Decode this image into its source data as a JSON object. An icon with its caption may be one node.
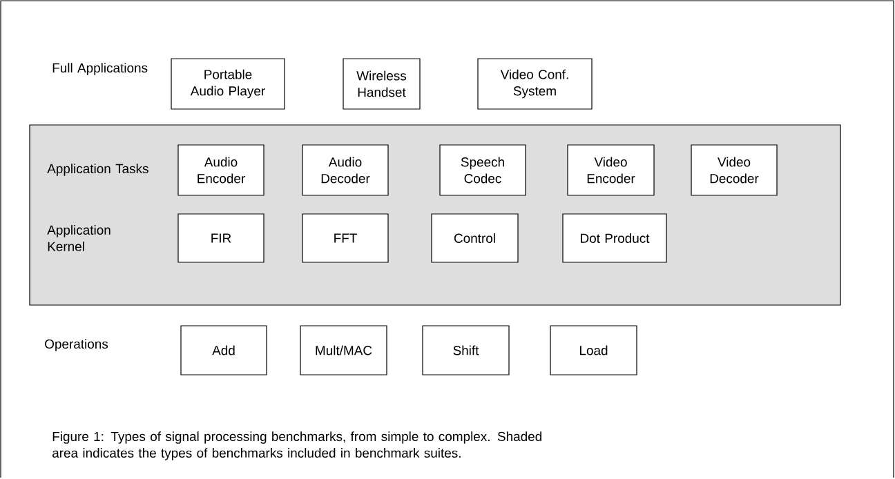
{
  "diagram": {
    "nodes": [
      {
        "text": [
          "Portable Audio Player"
        ]
      },
      {
        "text": [
          "Wireless Handset"
        ]
      },
      {
        "text": [
          "Video Conf. System"
        ]
      },
      {
        "text": [
          "Application Tasks",
          "Application Kernel"
        ]
      },
      {
        "text": [
          "Audio Encoder"
        ],
        "in": 3
      },
      {
        "text": [
          "Audio Decoder"
        ],
        "in": 3
      },
      {
        "text": [
          "Speech Codec"
        ],
        "in": 3
      },
      {
        "text": [
          "Video Encoder"
        ],
        "in": 3
      },
      {
        "text": [
          "Video Decoder"
        ],
        "in": 3
      },
      {
        "text": [
          "FIR"
        ],
        "in": 3
      },
      {
        "text": [
          "FFT"
        ],
        "in": 3
      },
      {
        "text": [
          "Control"
        ],
        "in": 3
      },
      {
        "text": [
          "Dot Product"
        ],
        "in": 3
      },
      {
        "text": [
          "Add"
        ]
      },
      {
        "text": [
          "Mult/MAC"
        ]
      },
      {
        "text": [
          "Shift"
        ]
      },
      {
        "text": [
          "Load"
        ]
      }
    ],
    "labels": [
      "Full Applications",
      "Operations"
    ],
    "caption": "Figure 1: Types of signal processing benchmarks, from simple to complex. Shaded area indicates the types of benchmarks included in benchmark suites."
  }
}
